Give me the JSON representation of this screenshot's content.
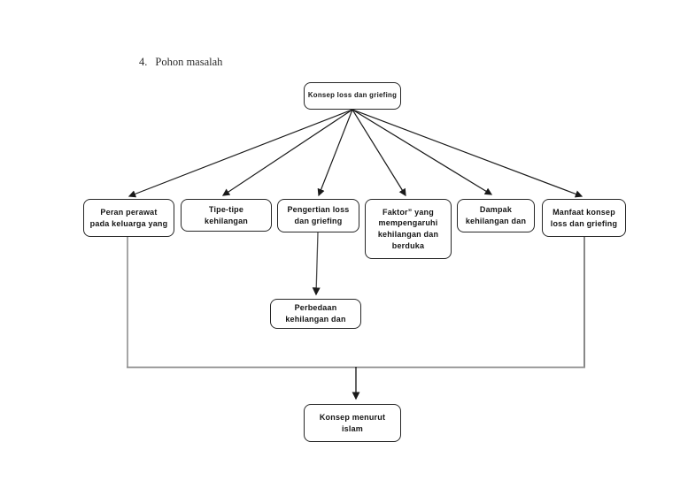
{
  "page": {
    "list_number": "4.",
    "title": "Pohon masalah"
  },
  "diagram": {
    "root": {
      "label": "Konsep loss dan griefing"
    },
    "children": {
      "peran": {
        "label": "Peran perawat\npada keluarga yang"
      },
      "tipe": {
        "label": "Tipe-tipe\nkehilangan"
      },
      "pengertian": {
        "label": "Pengertian loss\ndan griefing"
      },
      "faktor": {
        "label": "Faktor” yang\nmempengaruhi\nkehilangan dan\nberduka"
      },
      "dampak": {
        "label": "Dampak\nkehilangan dan"
      },
      "manfaat": {
        "label": "Manfaat konsep\nloss dan griefing"
      }
    },
    "descendants": {
      "perbedaan": {
        "label": "Perbedaan\nkehilangan dan"
      },
      "islam": {
        "label": "Konsep menurut\nislam"
      }
    }
  },
  "colors": {
    "box_border": "#262626",
    "text": "#141414",
    "arrow_dark": "#1a1a1a",
    "line_gray": "#8f8f8f",
    "background": "#ffffff"
  }
}
